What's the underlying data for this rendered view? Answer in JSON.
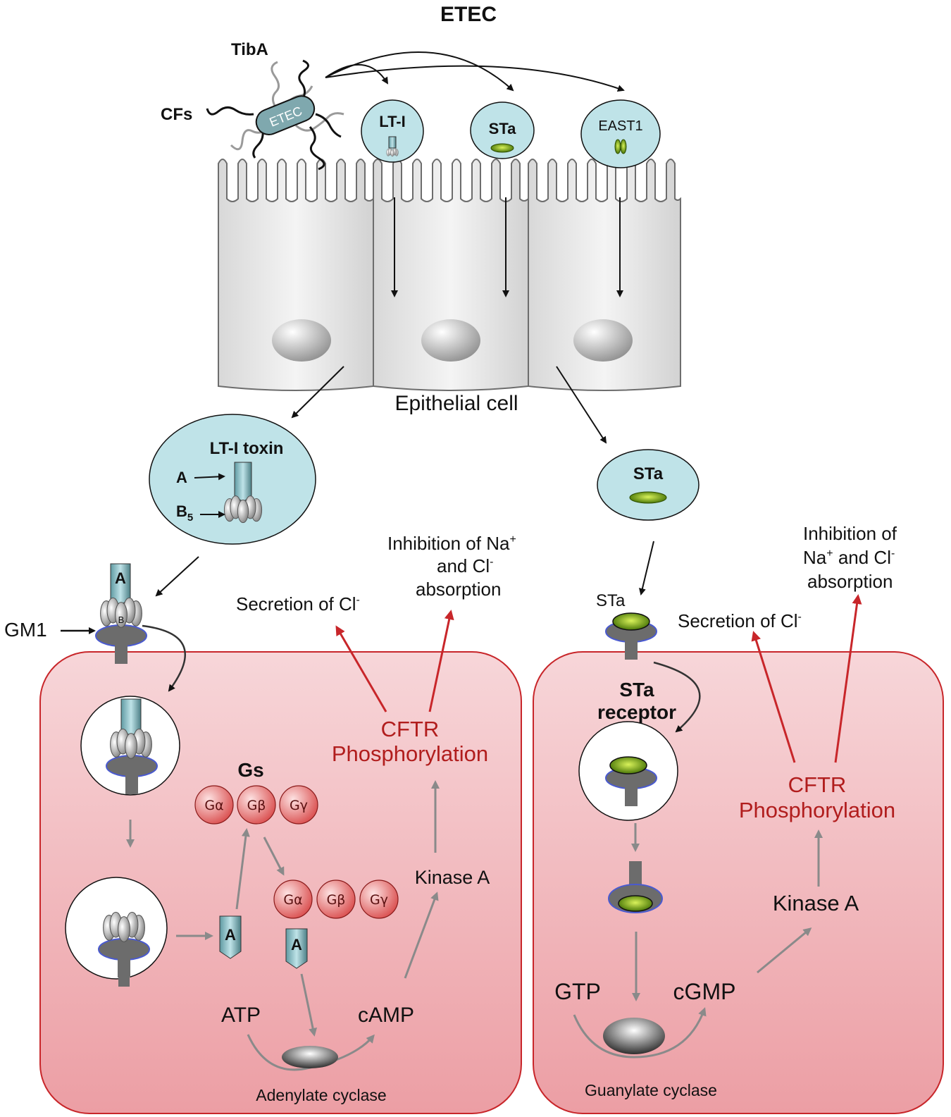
{
  "labels": {
    "etec_title": "ETEC",
    "tiba": "TibA",
    "cfs": "CFs",
    "bacterium": "ETEC",
    "lt_top": "LT-I",
    "sta_top": "STa",
    "east1": "EAST1",
    "epithelial": "Epithelial cell",
    "lt_toxin": "LT-I toxin",
    "a_arrow": "A",
    "b5_base": "B",
    "b5_sub": "5",
    "sta_mid": "STa",
    "inh_l1": "Inhibition of Na",
    "inh_l1_sup": "+",
    "inh_l2": "and Cl",
    "inh_l2_sup": "-",
    "inh_l3": "absorption",
    "sec_left": "Secretion of Cl",
    "sec_left_sup": "-",
    "gm1": "GM1",
    "a_sub": "A",
    "b_sub": "B",
    "cftr_l1": "CFTR",
    "cftr_l2": "Phosphorylation",
    "gs": "Gs",
    "galpha": "Gα",
    "gbeta": "Gβ",
    "ggamma": "Gγ",
    "a_frag": "A",
    "kinase_left": "Kinase A",
    "atp": "ATP",
    "camp": "cAMP",
    "adenylate": "Adenylate cyclase",
    "sta_small": "STa",
    "inh_r1": "Inhibition of",
    "inh_r2": "Na",
    "inh_r2_sup": "+",
    "inh_r2b": " and Cl",
    "inh_r2b_sup": "-",
    "inh_r3": "absorption",
    "sec_right": "Secretion of Cl",
    "sec_right_sup": "-",
    "sta_receptor_1": "STa",
    "sta_receptor_2": "receptor",
    "cftr_r1": "CFTR",
    "cftr_r2": "Phosphorylation",
    "kinase_right": "Kinase A",
    "gtp": "GTP",
    "cgmp": "cGMP",
    "guanylate": "Guanylate cyclase"
  },
  "colors": {
    "toxin_bubble": "#bfe3e8",
    "cell_panel": "#efb3b8",
    "red_arrow": "#c8262a",
    "grey_arrow": "#8a8a8a",
    "g_protein": "#e96a6a",
    "green_toxin": "#7fb800",
    "receptor": "#6c6c6c",
    "receptor_rim": "#4a5ad0"
  }
}
